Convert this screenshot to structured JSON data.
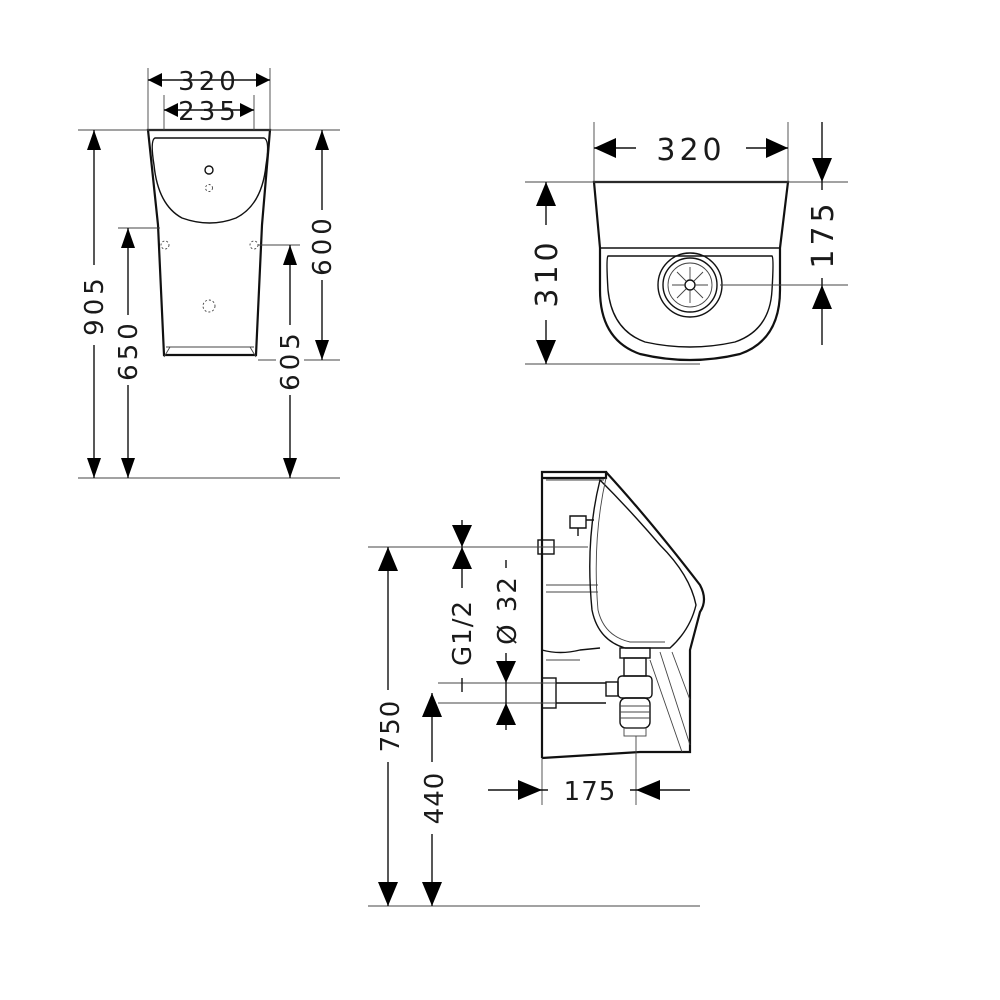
{
  "front_view": {
    "width_outer": "320",
    "width_inner": "235",
    "height_total": "905",
    "height_outlet": "650",
    "height_rim": "600",
    "height_fixing": "605"
  },
  "top_view": {
    "width": "320",
    "depth": "310",
    "drain_offset": "175"
  },
  "side_view": {
    "inlet_thread": "G1/2",
    "outlet_diameter": "Ø 32",
    "height_inlet": "750",
    "height_outlet": "440",
    "outlet_projection": "175"
  }
}
